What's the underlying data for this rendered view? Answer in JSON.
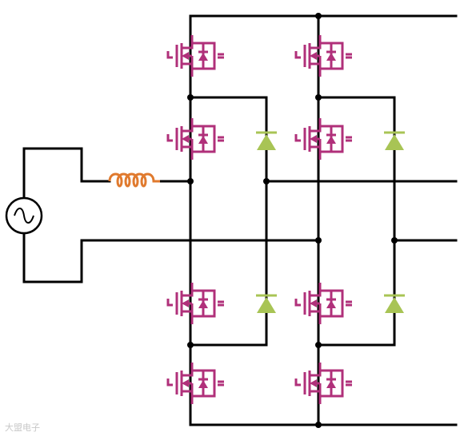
{
  "diagram": {
    "components": {
      "ac_source": "ac-source-icon",
      "inductor": "inductor-icon",
      "mosfets": 8,
      "diodes": 4
    },
    "colors": {
      "wire": "#000000",
      "mosfet": "#b0307a",
      "diode": "#a8c455",
      "inductor": "#e07a2e"
    }
  },
  "watermark": {
    "text": "大盟电子"
  }
}
